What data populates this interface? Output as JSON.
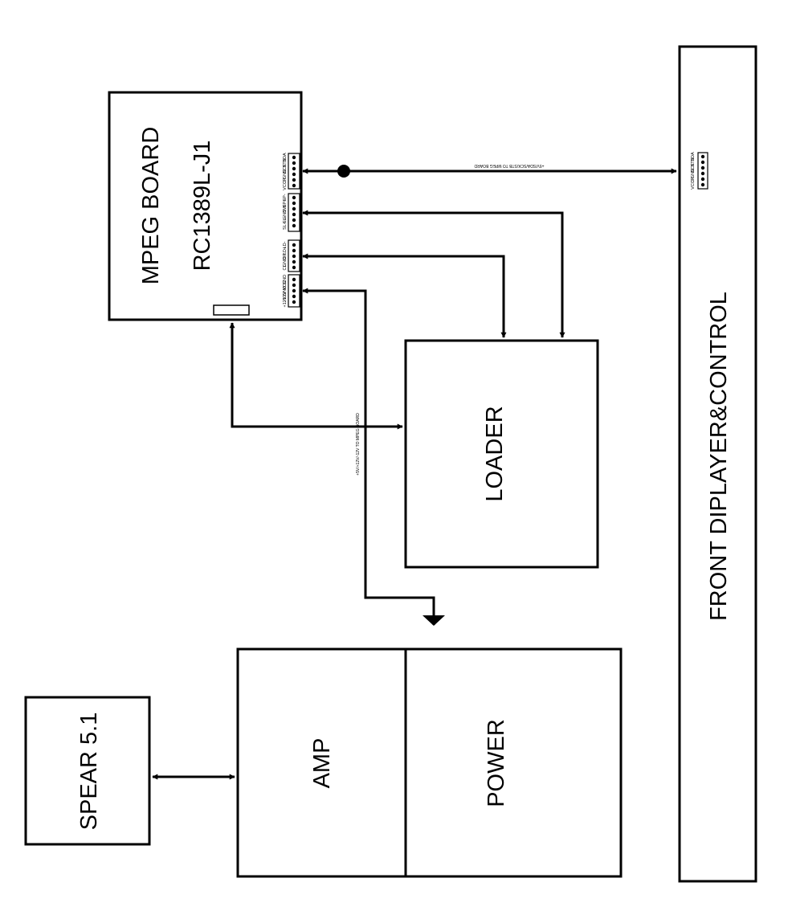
{
  "blocks": {
    "mpeg_board": {
      "title": "MPEG BOARD",
      "model": "RC1389L-J1"
    },
    "loader": "LOADER",
    "front_display": "FRONT DIPLAYER&CONTROL",
    "amp": "AMP",
    "power": "POWER",
    "spear": "SPEAR 5.1"
  },
  "connectors": {
    "control": [
      "SDA",
      "STB",
      "SCK",
      "GND",
      "IR",
      "VCC"
    ],
    "speaker": [
      "SP-",
      "SP+",
      "SW",
      "GND",
      "SL-",
      "SL+"
    ],
    "loader": [
      "LD-",
      "LD+",
      "OP",
      "GND",
      "CL"
    ],
    "power": [
      "GND",
      "VCC",
      "GND",
      "-12V",
      "+12V"
    ],
    "front": [
      "SDA",
      "STB",
      "SCK",
      "GND",
      "IR",
      "VCC"
    ]
  },
  "wire_labels": {
    "control_bus": "+5V/SDA/SCK/STB TO MPEG BOARD",
    "power_bus": "+5V/+12V/-12V TO MPEG BOARD"
  }
}
